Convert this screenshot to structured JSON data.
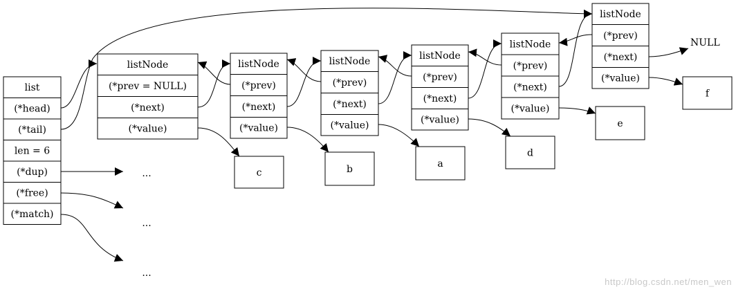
{
  "list": {
    "title": "list",
    "fields": [
      "(*head)",
      "(*tail)",
      "len = 6",
      "(*dup)",
      "(*free)",
      "(*match)"
    ]
  },
  "nodes": [
    {
      "title": "listNode",
      "fields": [
        "(*prev = NULL)",
        "(*next)",
        "(*value)"
      ],
      "value": "c"
    },
    {
      "title": "listNode",
      "fields": [
        "(*prev)",
        "(*next)",
        "(*value)"
      ],
      "value": "b"
    },
    {
      "title": "listNode",
      "fields": [
        "(*prev)",
        "(*next)",
        "(*value)"
      ],
      "value": "a"
    },
    {
      "title": "listNode",
      "fields": [
        "(*prev)",
        "(*next)",
        "(*value)"
      ],
      "value": "d"
    },
    {
      "title": "listNode",
      "fields": [
        "(*prev)",
        "(*next)",
        "(*value)"
      ],
      "value": "e"
    },
    {
      "title": "listNode",
      "fields": [
        "(*prev)",
        "(*next)",
        "(*value)"
      ],
      "value": "f"
    }
  ],
  "ellipses": [
    "...",
    "...",
    "..."
  ],
  "null_label": "NULL",
  "watermark": "http://blog.csdn.net/men_wen"
}
